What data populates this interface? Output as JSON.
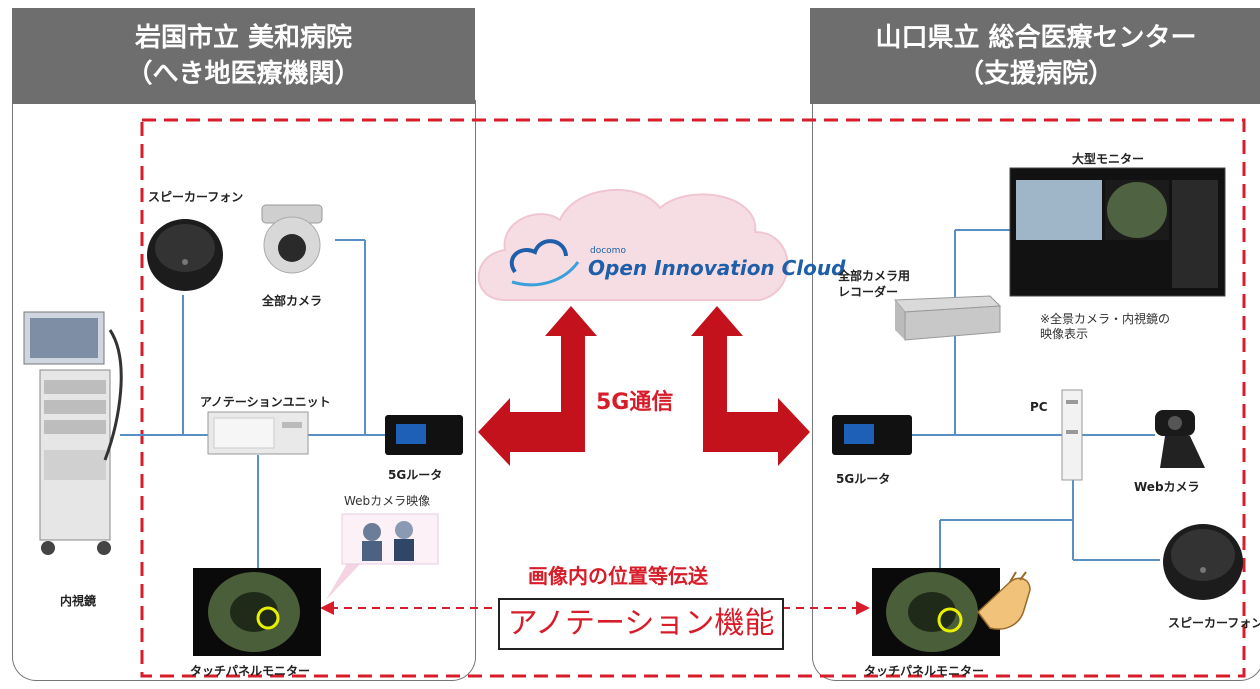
{
  "left_hospital": {
    "title": "岩国市立 美和病院",
    "subtitle": "（へき地医療機関）",
    "devices": {
      "speakerphone": "スピーカーフォン",
      "overview_camera": "全部カメラ",
      "endoscope": "内視鏡",
      "annotation_unit": "アノテーションユニット",
      "router": "5Gルータ",
      "webcam_video": "Webカメラ映像",
      "touch_monitor": "タッチパネルモニター"
    }
  },
  "right_hospital": {
    "title": "山口県立 総合医療センター",
    "subtitle": "（支援病院）",
    "devices": {
      "large_monitor": "大型モニター",
      "recorder": "全部カメラ用\nレコーダー",
      "monitor_note": "※全景カメラ・内視鏡の\n映像表示",
      "pc": "PC",
      "router": "5Gルータ",
      "webcam": "Webカメラ",
      "speakerphone": "スピーカーフォン",
      "touch_monitor": "タッチパネルモニター"
    }
  },
  "cloud": {
    "brand_small": "docomo",
    "name": "Open Innovation Cloud"
  },
  "network": {
    "label": "5G通信"
  },
  "annotation": {
    "caption": "画像内の位置等伝送",
    "feature": "アノテーション機能"
  },
  "colors": {
    "header_bg": "#6e6e6e",
    "accent_red": "#d81d2a",
    "arrow_red": "#c3121c",
    "line_blue": "#5a8fc6",
    "cloud_pink": "#f6dde4"
  }
}
